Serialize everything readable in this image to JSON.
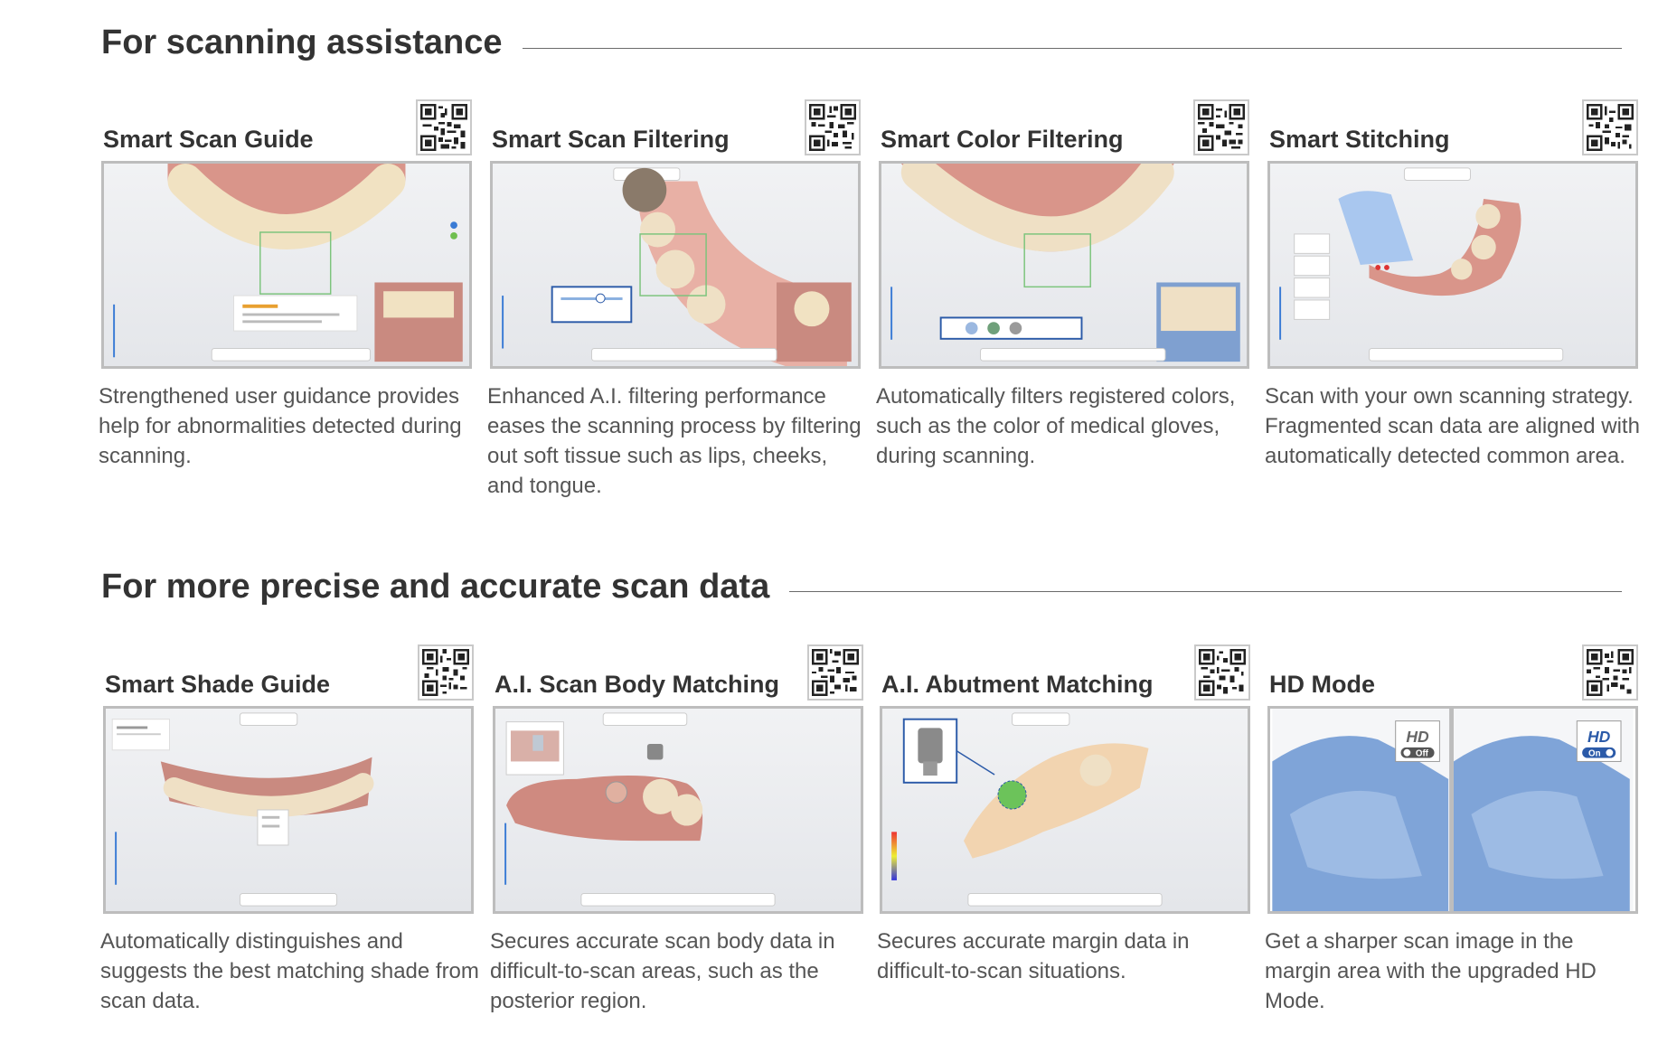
{
  "sections": [
    {
      "title": "For scanning assistance",
      "cards": [
        {
          "title": "Smart Scan Guide",
          "description": "Strengthened user guidance provides help for abnormalities detected during scanning.",
          "qr_icon": "qr-code-icon",
          "screenshot": "scan-guide-screen"
        },
        {
          "title": "Smart Scan Filtering",
          "description": "Enhanced A.I. filtering performance eases the scanning process by filtering out soft tissue such as lips, cheeks, and tongue.",
          "qr_icon": "qr-code-icon",
          "screenshot": "scan-filtering-screen"
        },
        {
          "title": "Smart Color Filtering",
          "description": "Automatically filters registered colors, such as the color of medical gloves, during scanning.",
          "qr_icon": "qr-code-icon",
          "screenshot": "color-filtering-screen"
        },
        {
          "title": "Smart Stitching",
          "description": "Scan with your own scanning strategy. Fragmented scan data are aligned with automatically detected common area.",
          "qr_icon": "qr-code-icon",
          "screenshot": "stitching-screen"
        }
      ]
    },
    {
      "title": "For more precise and accurate scan data",
      "cards": [
        {
          "title": "Smart Shade Guide",
          "description": "Automatically distinguishes and suggests the best matching shade from scan data.",
          "qr_icon": "qr-code-icon",
          "screenshot": "shade-guide-screen"
        },
        {
          "title": "A.I. Scan Body Matching",
          "description": "Secures accurate scan body data in difficult-to-scan areas, such as the posterior region.",
          "qr_icon": "qr-code-icon",
          "screenshot": "scan-body-screen"
        },
        {
          "title": "A.I. Abutment Matching",
          "description": "Secures accurate margin data in difficult-to-scan situations.",
          "qr_icon": "qr-code-icon",
          "screenshot": "abutment-screen"
        },
        {
          "title": "HD Mode",
          "description": "Get a sharper scan image in the margin area with the upgraded HD Mode.",
          "qr_icon": "qr-code-icon",
          "screenshot": "hd-mode-screen"
        }
      ]
    }
  ],
  "hd_labels": {
    "badge": "HD",
    "off": "Off",
    "on": "On"
  },
  "colors": {
    "heading": "#333333",
    "body_text": "#555555",
    "frame": "#bdbdbd",
    "highlight": "#2b5aa8",
    "gum": "#d9958a",
    "tooth": "#f1e2c2",
    "hd_model": "#7fa4d8"
  }
}
